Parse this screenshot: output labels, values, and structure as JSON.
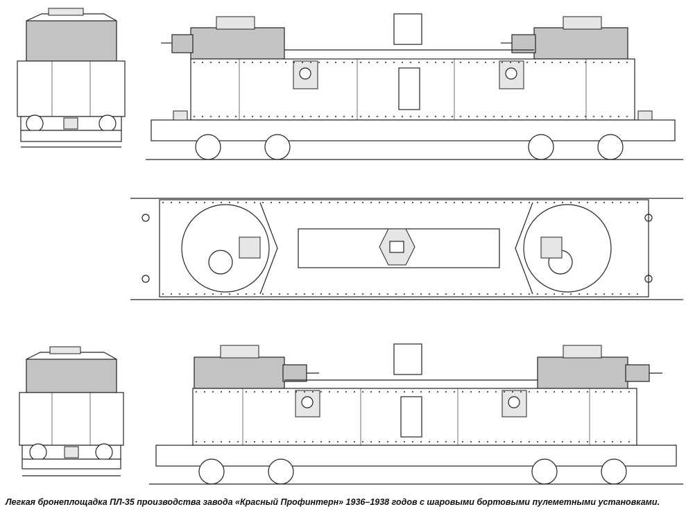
{
  "caption": "Легкая бронеплощадка ПЛ-35 производства завода «Красный Профинтерн» 1936–1938 годов с шаровыми бортовыми пулеметными установками.",
  "views": [
    {
      "id": "front-view-top"
    },
    {
      "id": "side-view-top"
    },
    {
      "id": "top-plan-view"
    },
    {
      "id": "rear-view-bottom"
    },
    {
      "id": "side-view-bottom"
    }
  ]
}
